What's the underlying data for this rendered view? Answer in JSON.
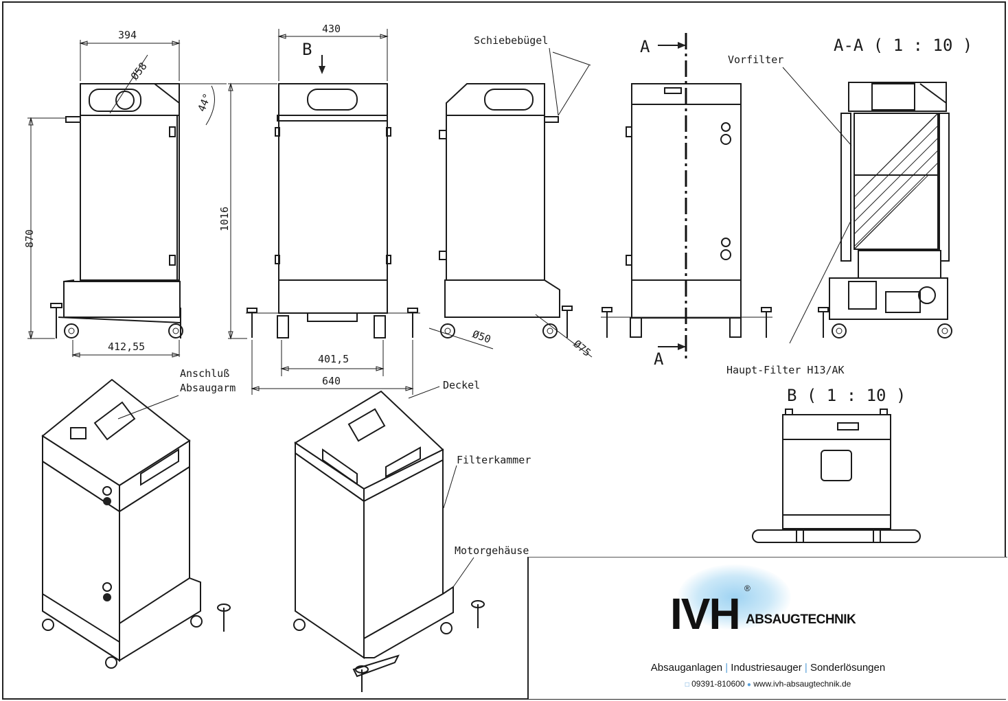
{
  "dimensions": {
    "width_top": "394",
    "diameter_58": "Ø58",
    "angle": "44°",
    "height_left": "870",
    "base_width": "412,55",
    "width_front": "430",
    "view_b_marker": "B",
    "height_total": "1016",
    "wheel_span": "401,5",
    "foot_span": "640",
    "diameter_50": "Ø50",
    "diameter_75": "Ø75"
  },
  "labels": {
    "schiebebuegel": "Schiebebügel",
    "section_marker": "A",
    "vorfilter": "Vorfilter",
    "section_title": "A-A ( 1 : 10 )",
    "hauptfilter": "Haupt-Filter H13/AK",
    "view_b_title": "B ( 1 : 10 )",
    "anschluss_line1": "Anschluß",
    "anschluss_line2": "Absaugarm",
    "deckel": "Deckel",
    "filterkammer": "Filterkammer",
    "motorgehaeuse": "Motorgehäuse"
  },
  "title_block": {
    "logo_ivh": "IVH",
    "logo_absaug": "ABSAUGTECHNIK",
    "registered": "®",
    "tag_1": "Absauganlagen",
    "tag_2": "Industriesauger",
    "tag_3": "Sonderlösungen",
    "tag_sep": "|",
    "phone_icon": "phone-icon",
    "phone": "09391-810600",
    "web_icon": "globe-icon",
    "website": "www.ivh-absaugtechnik.de",
    "accent_color": "#5aa0d8"
  }
}
